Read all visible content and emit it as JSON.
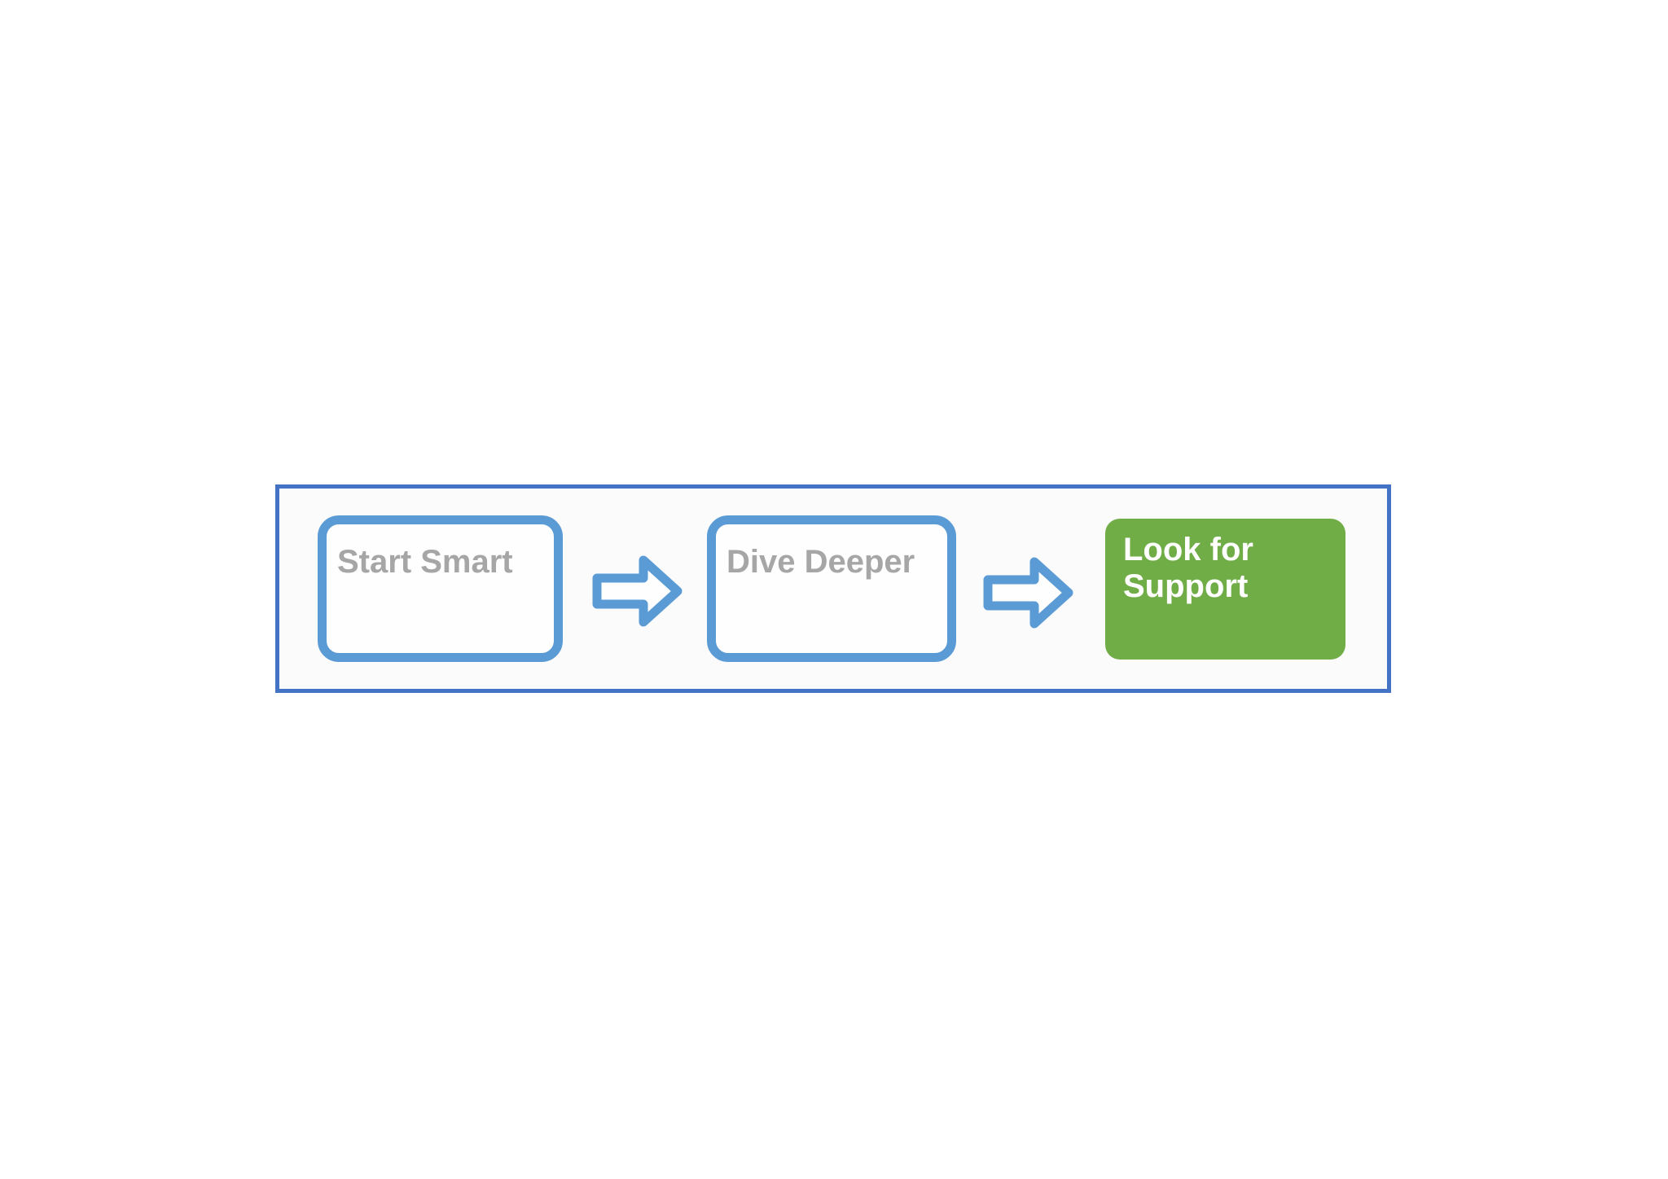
{
  "diagram": {
    "title": "three-step process flow",
    "steps": [
      {
        "label": "Start Smart",
        "style": "outlined"
      },
      {
        "label": "Dive Deeper",
        "style": "outlined"
      },
      {
        "label": "Look for Support",
        "style": "filled"
      }
    ],
    "connectors": [
      {
        "icon": "arrow-right-icon"
      },
      {
        "icon": "arrow-right-icon"
      }
    ]
  },
  "colors": {
    "page_bg": "#FFFFFF",
    "container_border": "#4472C4",
    "container_bg": "#FBFBFB",
    "step_border": "#5B9BD5",
    "step_bg": "#FEFEFE",
    "step_text": "#A6A6A6",
    "arrow": "#5B9BD5",
    "highlight_bg": "#70AD47",
    "highlight_text": "#FFFFFF"
  }
}
